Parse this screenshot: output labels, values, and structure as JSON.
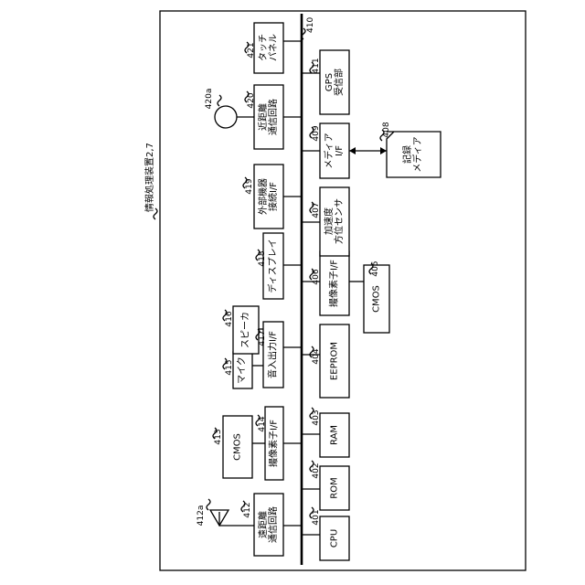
{
  "device": {
    "label": "情報処理装置2,7"
  },
  "refs": {
    "r401": "401",
    "r402": "402",
    "r403": "403",
    "r404": "404",
    "r405": "405",
    "r406": "406",
    "r407": "407",
    "r408": "408",
    "r409": "409",
    "r410": "410",
    "r411": "411",
    "r412": "412",
    "r412a": "412a",
    "r413": "413",
    "r414": "414",
    "r415": "415",
    "r416": "416",
    "r417": "417",
    "r418": "418",
    "r419": "419",
    "r420": "420",
    "r420a": "420a",
    "r421": "421"
  },
  "blocks": {
    "cpu": [
      "CPU"
    ],
    "rom": [
      "ROM"
    ],
    "ram": [
      "RAM"
    ],
    "eeprom": [
      "EEPROM"
    ],
    "imaging_if_lower": [
      "撮像素子I/F"
    ],
    "cmos_lower": [
      "CMOS"
    ],
    "accel_sensor": [
      "加速度",
      "方位センサ"
    ],
    "media_if": [
      "メディア",
      "I/F"
    ],
    "gps": [
      "GPS",
      "受信部"
    ],
    "far_comm": [
      "遠距離",
      "通信回路"
    ],
    "imaging_if_upper": [
      "撮像素子I/F"
    ],
    "cmos_upper": [
      "CMOS"
    ],
    "audio_io": [
      "音入出力I/F"
    ],
    "mic": [
      "マイク"
    ],
    "speaker": [
      "スピーカ"
    ],
    "display": [
      "ディスプレイ"
    ],
    "ext_device_if": [
      "外部機器",
      "接続I/F"
    ],
    "near_comm": [
      "近距離",
      "通信回路"
    ],
    "touch_panel": [
      "タッチ",
      "パネル"
    ],
    "recording_media": [
      "記録",
      "メディア"
    ]
  }
}
